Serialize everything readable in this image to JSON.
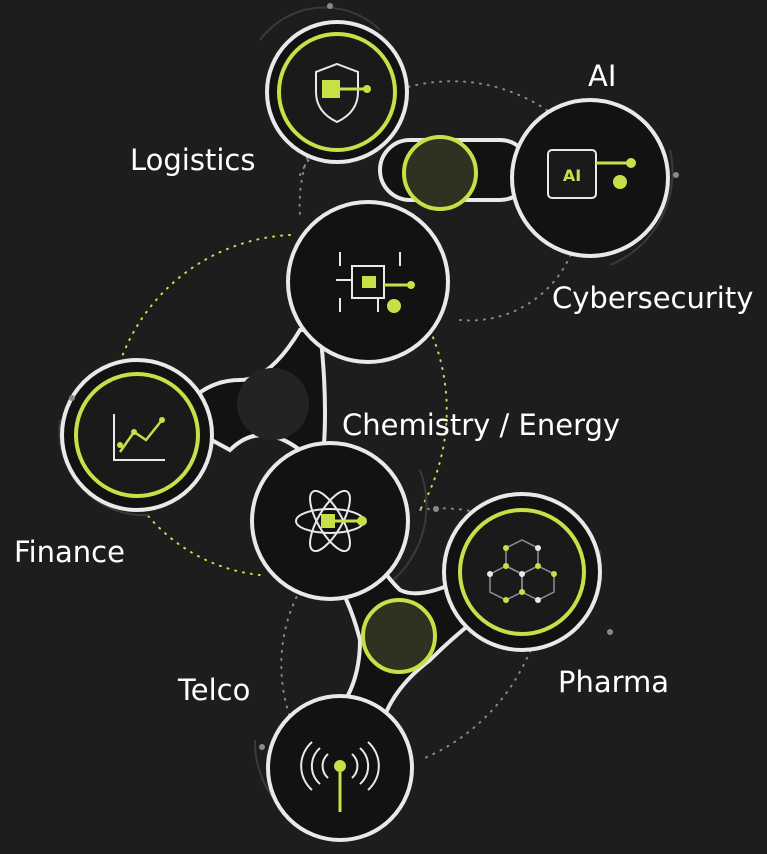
{
  "colors": {
    "background": "#1d1d1d",
    "node_fill": "#121212",
    "ring": "#e9e9e9",
    "accent": "#c8e048",
    "connector": "#2a2a2a",
    "connector_accent": "#2f3220",
    "text": "#ffffff"
  },
  "labels": {
    "logistics": "Logistics",
    "ai": "AI",
    "cybersecurity": "Cybersecurity",
    "chemistry_energy": "Chemistry / Energy",
    "finance": "Finance",
    "pharma": "Pharma",
    "telco": "Telco"
  },
  "icons": {
    "ai_chip_text": "AI",
    "security": "shield-lock-icon",
    "ai": "ai-chip-icon",
    "circuit": "circuit-lock-icon",
    "finance": "line-chart-icon",
    "chemistry": "atom-icon",
    "pharma": "molecule-icon",
    "telco": "antenna-icon"
  }
}
